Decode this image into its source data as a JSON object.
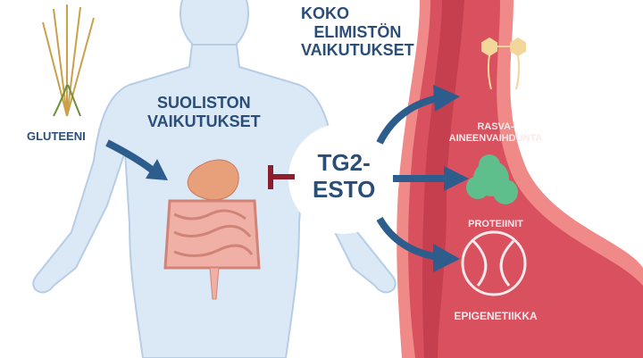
{
  "labels": {
    "gluten": "GLUTEENI",
    "intestinal_effects": [
      "SUOLISTON",
      "VAIKUTUKSET"
    ],
    "systemic_effects": [
      "KOKO",
      "ELIMISTÖN",
      "VAIKUTUKSET"
    ],
    "tg2_inhibition": [
      "TG2-",
      "ESTO"
    ],
    "lipid_metabolism": [
      "RASVA-",
      "AINEENVAIHDUNTA"
    ],
    "proteins": "PROTEIINIT",
    "epigenetics": "EPIGENETIIKKA"
  },
  "colors": {
    "body": "#dbe8f6",
    "body_outline": "#b7cde6",
    "vessel": "#d9505e",
    "vessel_dark": "#b83446",
    "vessel_light": "#f08a88",
    "arrow": "#2c5d8c",
    "inhibitor": "#8e1e2c",
    "text_dark": "#2a4e78",
    "protein": "#5fbf8c"
  }
}
